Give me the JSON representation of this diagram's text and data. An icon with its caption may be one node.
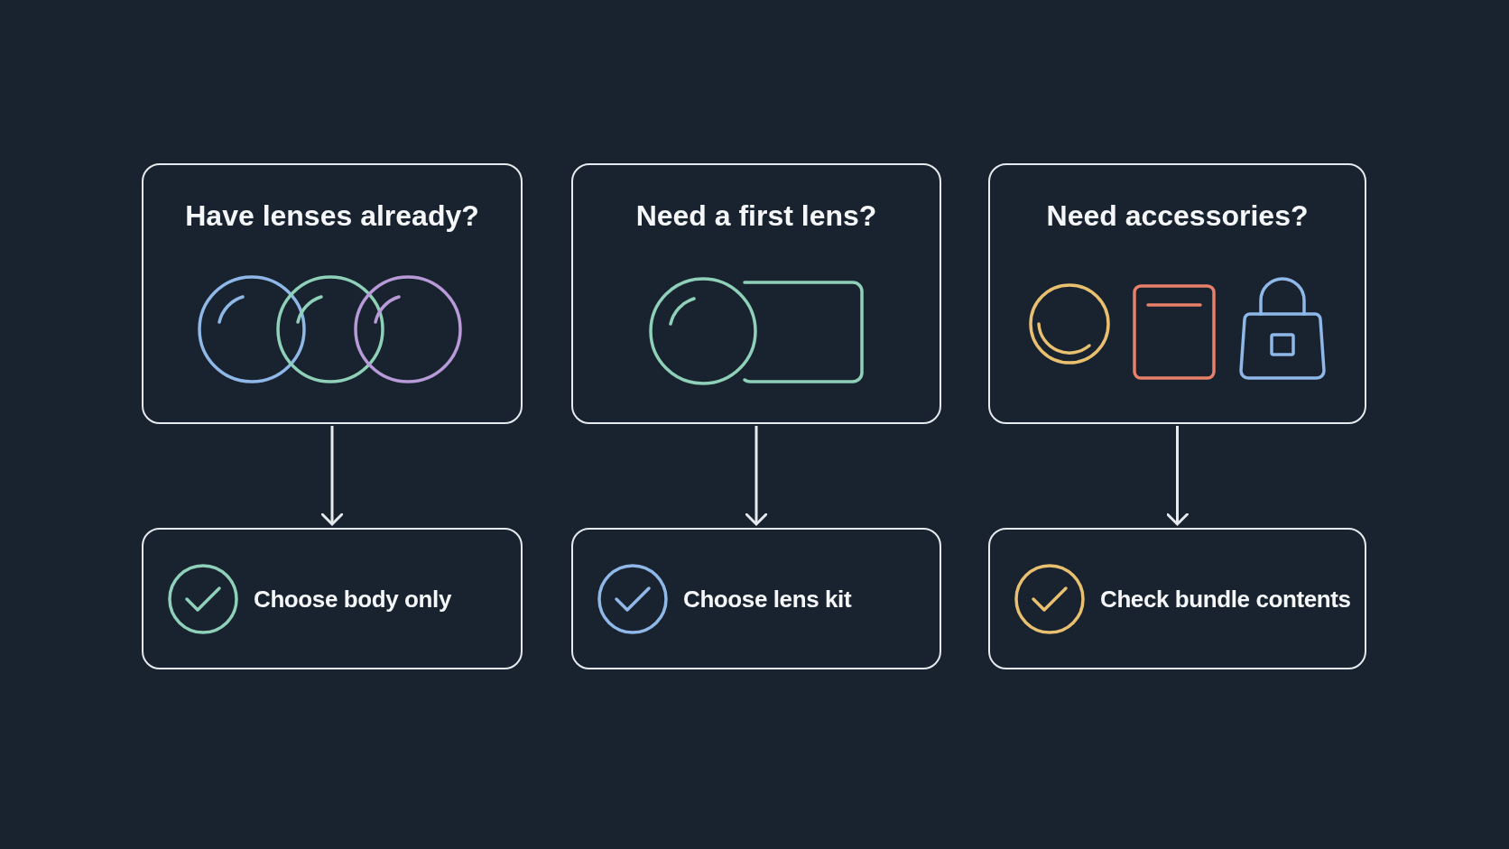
{
  "diagram": {
    "nodes": [
      {
        "text": [
          "Have lenses already?"
        ]
      },
      {
        "text": [
          "Need a first lens?"
        ]
      },
      {
        "text": [
          "Need accessories?"
        ]
      },
      {
        "text": [
          "Choose body only"
        ]
      },
      {
        "text": [
          "Choose lens kit"
        ]
      },
      {
        "text": [
          "Check bundle contents"
        ]
      }
    ],
    "edges": [
      {
        "from": 0,
        "to": 3,
        "arrow": "to"
      },
      {
        "from": 1,
        "to": 4,
        "arrow": "to"
      },
      {
        "from": 2,
        "to": 5,
        "arrow": "to"
      }
    ]
  }
}
